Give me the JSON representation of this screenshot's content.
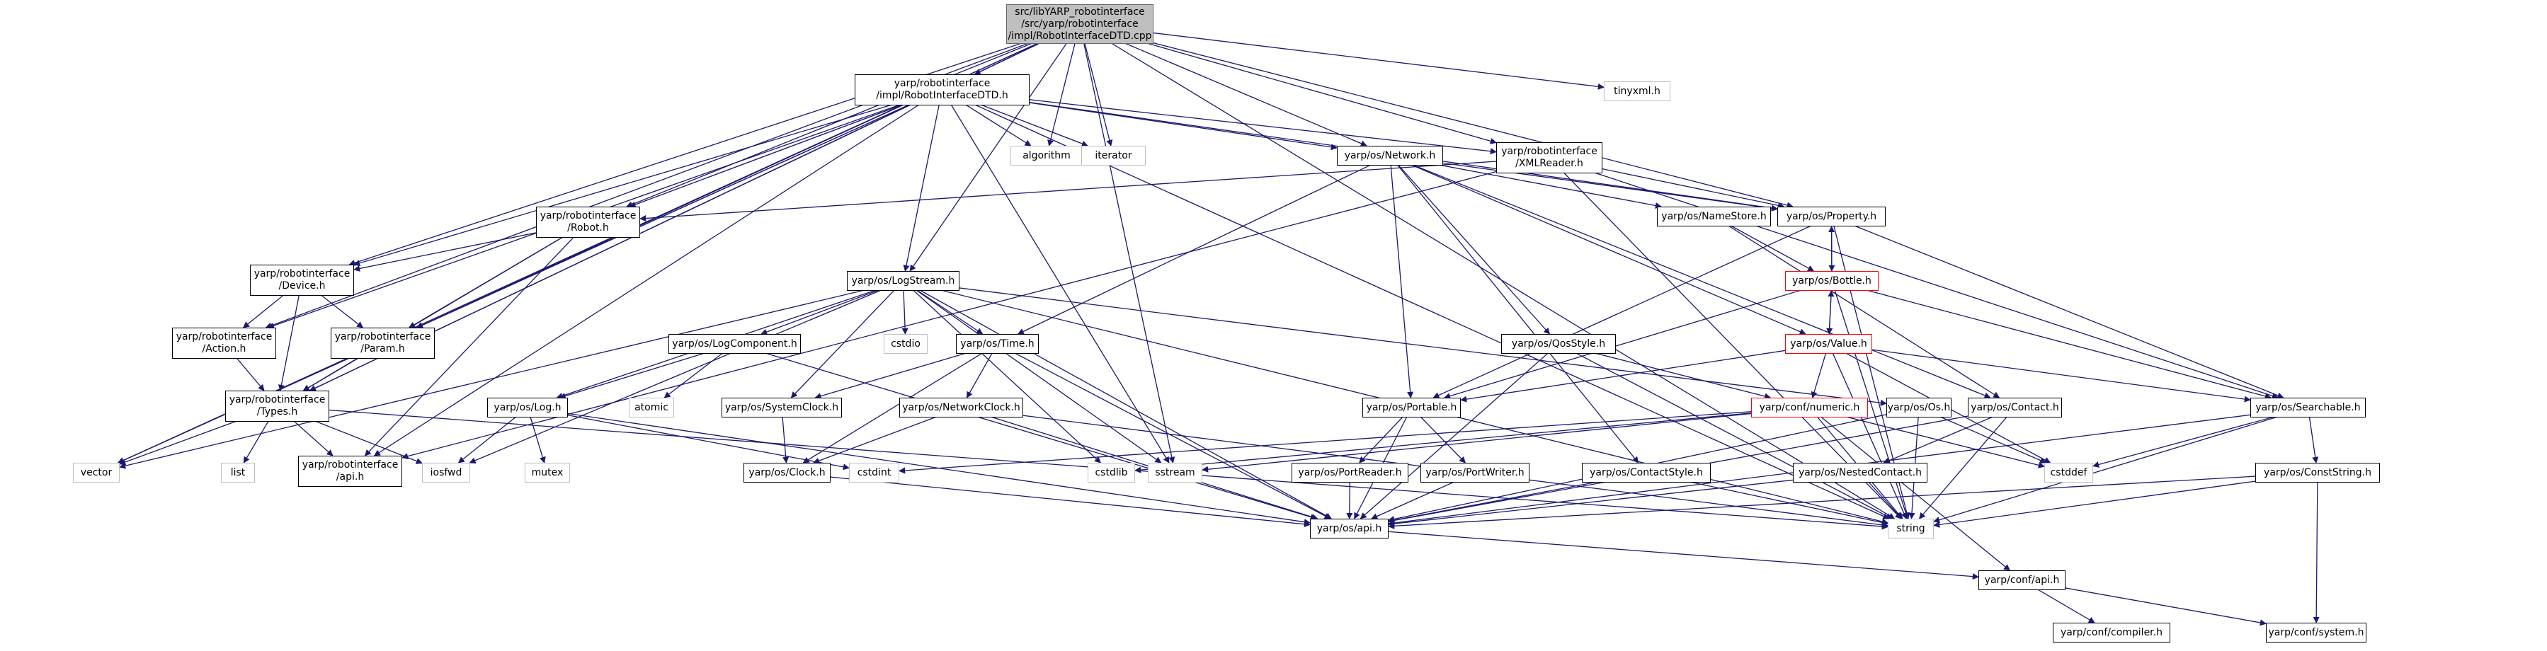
{
  "colors": {
    "edge": "#191970",
    "root_fill": "#bfbfbf",
    "highlight_border": "#ff0000",
    "system_border": "#bfbfbf"
  },
  "nodes": [
    {
      "id": "root",
      "lines": [
        "src/libYARP_robotinterface",
        "/src/yarp/robotinterface",
        "/impl/RobotInterfaceDTD.cpp"
      ],
      "style": "root"
    },
    {
      "id": "dtd_h",
      "lines": [
        "yarp/robotinterface",
        "/impl/RobotInterfaceDTD.h"
      ],
      "style": "normal"
    },
    {
      "id": "tinyxml",
      "lines": [
        "tinyxml.h"
      ],
      "style": "grey"
    },
    {
      "id": "algorithm",
      "lines": [
        "algorithm"
      ],
      "style": "grey"
    },
    {
      "id": "iterator",
      "lines": [
        "iterator"
      ],
      "style": "grey"
    },
    {
      "id": "network",
      "lines": [
        "yarp/os/Network.h"
      ],
      "style": "normal"
    },
    {
      "id": "xmlreader",
      "lines": [
        "yarp/robotinterface",
        "/XMLReader.h"
      ],
      "style": "normal"
    },
    {
      "id": "robot",
      "lines": [
        "yarp/robotinterface",
        "/Robot.h"
      ],
      "style": "normal"
    },
    {
      "id": "namestore",
      "lines": [
        "yarp/os/NameStore.h"
      ],
      "style": "normal"
    },
    {
      "id": "property",
      "lines": [
        "yarp/os/Property.h"
      ],
      "style": "normal"
    },
    {
      "id": "device",
      "lines": [
        "yarp/robotinterface",
        "/Device.h"
      ],
      "style": "normal"
    },
    {
      "id": "logstream",
      "lines": [
        "yarp/os/LogStream.h"
      ],
      "style": "normal"
    },
    {
      "id": "bottle",
      "lines": [
        "yarp/os/Bottle.h"
      ],
      "style": "red"
    },
    {
      "id": "action",
      "lines": [
        "yarp/robotinterface",
        "/Action.h"
      ],
      "style": "normal"
    },
    {
      "id": "param",
      "lines": [
        "yarp/robotinterface",
        "/Param.h"
      ],
      "style": "normal"
    },
    {
      "id": "logcomponent",
      "lines": [
        "yarp/os/LogComponent.h"
      ],
      "style": "normal"
    },
    {
      "id": "cstdio",
      "lines": [
        "cstdio"
      ],
      "style": "grey"
    },
    {
      "id": "time",
      "lines": [
        "yarp/os/Time.h"
      ],
      "style": "normal"
    },
    {
      "id": "qosstyle",
      "lines": [
        "yarp/os/QosStyle.h"
      ],
      "style": "normal"
    },
    {
      "id": "value",
      "lines": [
        "yarp/os/Value.h"
      ],
      "style": "red"
    },
    {
      "id": "types",
      "lines": [
        "yarp/robotinterface",
        "/Types.h"
      ],
      "style": "normal"
    },
    {
      "id": "log",
      "lines": [
        "yarp/os/Log.h"
      ],
      "style": "normal"
    },
    {
      "id": "atomic",
      "lines": [
        "atomic"
      ],
      "style": "grey"
    },
    {
      "id": "systemclock",
      "lines": [
        "yarp/os/SystemClock.h"
      ],
      "style": "normal"
    },
    {
      "id": "networkclock",
      "lines": [
        "yarp/os/NetworkClock.h"
      ],
      "style": "normal"
    },
    {
      "id": "portable",
      "lines": [
        "yarp/os/Portable.h"
      ],
      "style": "normal"
    },
    {
      "id": "numeric",
      "lines": [
        "yarp/conf/numeric.h"
      ],
      "style": "red"
    },
    {
      "id": "os",
      "lines": [
        "yarp/os/Os.h"
      ],
      "style": "normal"
    },
    {
      "id": "contact",
      "lines": [
        "yarp/os/Contact.h"
      ],
      "style": "normal"
    },
    {
      "id": "searchable",
      "lines": [
        "yarp/os/Searchable.h"
      ],
      "style": "normal"
    },
    {
      "id": "vector",
      "lines": [
        "vector"
      ],
      "style": "grey"
    },
    {
      "id": "list",
      "lines": [
        "list"
      ],
      "style": "grey"
    },
    {
      "id": "riapi",
      "lines": [
        "yarp/robotinterface",
        "/api.h"
      ],
      "style": "normal"
    },
    {
      "id": "iosfwd",
      "lines": [
        "iosfwd"
      ],
      "style": "grey"
    },
    {
      "id": "mutex",
      "lines": [
        "mutex"
      ],
      "style": "grey"
    },
    {
      "id": "cstdint",
      "lines": [
        "cstdint"
      ],
      "style": "grey"
    },
    {
      "id": "clock",
      "lines": [
        "yarp/os/Clock.h"
      ],
      "style": "normal"
    },
    {
      "id": "cstdlib",
      "lines": [
        "cstdlib"
      ],
      "style": "grey"
    },
    {
      "id": "sstream",
      "lines": [
        "sstream"
      ],
      "style": "grey"
    },
    {
      "id": "portreader",
      "lines": [
        "yarp/os/PortReader.h"
      ],
      "style": "normal"
    },
    {
      "id": "portwriter",
      "lines": [
        "yarp/os/PortWriter.h"
      ],
      "style": "normal"
    },
    {
      "id": "contactstyle",
      "lines": [
        "yarp/os/ContactStyle.h"
      ],
      "style": "normal"
    },
    {
      "id": "nestedcontact",
      "lines": [
        "yarp/os/NestedContact.h"
      ],
      "style": "normal"
    },
    {
      "id": "conststring",
      "lines": [
        "yarp/os/ConstString.h"
      ],
      "style": "normal"
    },
    {
      "id": "cstddef",
      "lines": [
        "cstddef"
      ],
      "style": "grey"
    },
    {
      "id": "osapi",
      "lines": [
        "yarp/os/api.h"
      ],
      "style": "normal"
    },
    {
      "id": "string",
      "lines": [
        "string"
      ],
      "style": "grey"
    },
    {
      "id": "confapi",
      "lines": [
        "yarp/conf/api.h"
      ],
      "style": "normal"
    },
    {
      "id": "compiler",
      "lines": [
        "yarp/conf/compiler.h"
      ],
      "style": "normal"
    },
    {
      "id": "system",
      "lines": [
        "yarp/conf/system.h"
      ],
      "style": "normal"
    }
  ],
  "edges": [
    [
      "root",
      "dtd_h"
    ],
    [
      "root",
      "tinyxml"
    ],
    [
      "root",
      "algorithm"
    ],
    [
      "root",
      "iterator"
    ],
    [
      "root",
      "network"
    ],
    [
      "root",
      "xmlreader"
    ],
    [
      "root",
      "robot"
    ],
    [
      "root",
      "property"
    ],
    [
      "root",
      "device"
    ],
    [
      "root",
      "logstream"
    ],
    [
      "root",
      "action"
    ],
    [
      "root",
      "param"
    ],
    [
      "root",
      "types"
    ],
    [
      "root",
      "vector"
    ],
    [
      "root",
      "sstream"
    ],
    [
      "root",
      "string"
    ],
    [
      "dtd_h",
      "algorithm"
    ],
    [
      "dtd_h",
      "iterator"
    ],
    [
      "dtd_h",
      "network"
    ],
    [
      "dtd_h",
      "xmlreader"
    ],
    [
      "dtd_h",
      "robot"
    ],
    [
      "dtd_h",
      "property"
    ],
    [
      "dtd_h",
      "device"
    ],
    [
      "dtd_h",
      "logstream"
    ],
    [
      "dtd_h",
      "action"
    ],
    [
      "dtd_h",
      "param"
    ],
    [
      "dtd_h",
      "types"
    ],
    [
      "dtd_h",
      "vector"
    ],
    [
      "dtd_h",
      "sstream"
    ],
    [
      "dtd_h",
      "string"
    ],
    [
      "dtd_h",
      "riapi"
    ],
    [
      "network",
      "namestore"
    ],
    [
      "network",
      "property"
    ],
    [
      "network",
      "qosstyle"
    ],
    [
      "network",
      "value"
    ],
    [
      "network",
      "portable"
    ],
    [
      "network",
      "contact"
    ],
    [
      "network",
      "contactstyle"
    ],
    [
      "network",
      "time"
    ],
    [
      "xmlreader",
      "robot"
    ],
    [
      "xmlreader",
      "property"
    ],
    [
      "xmlreader",
      "riapi"
    ],
    [
      "xmlreader",
      "searchable"
    ],
    [
      "xmlreader",
      "string"
    ],
    [
      "robot",
      "device"
    ],
    [
      "robot",
      "param"
    ],
    [
      "robot",
      "types"
    ],
    [
      "robot",
      "riapi"
    ],
    [
      "namestore",
      "bottle"
    ],
    [
      "namestore",
      "contact"
    ],
    [
      "property",
      "bottle"
    ],
    [
      "property",
      "searchable"
    ],
    [
      "property",
      "portable"
    ],
    [
      "property",
      "string"
    ],
    [
      "bottle",
      "property"
    ],
    [
      "bottle",
      "value"
    ],
    [
      "bottle",
      "portable"
    ],
    [
      "bottle",
      "searchable"
    ],
    [
      "bottle",
      "string"
    ],
    [
      "value",
      "bottle"
    ],
    [
      "value",
      "portable"
    ],
    [
      "value",
      "searchable"
    ],
    [
      "value",
      "numeric"
    ],
    [
      "value",
      "string"
    ],
    [
      "value",
      "cstddef"
    ],
    [
      "device",
      "action"
    ],
    [
      "device",
      "param"
    ],
    [
      "device",
      "types"
    ],
    [
      "action",
      "types"
    ],
    [
      "param",
      "types"
    ],
    [
      "types",
      "vector"
    ],
    [
      "types",
      "list"
    ],
    [
      "types",
      "riapi"
    ],
    [
      "types",
      "iosfwd"
    ],
    [
      "types",
      "string"
    ],
    [
      "logstream",
      "logcomponent"
    ],
    [
      "logstream",
      "cstdio"
    ],
    [
      "logstream",
      "time"
    ],
    [
      "logstream",
      "log"
    ],
    [
      "logstream",
      "systemclock"
    ],
    [
      "logstream",
      "os"
    ],
    [
      "logstream",
      "vector"
    ],
    [
      "logstream",
      "iosfwd"
    ],
    [
      "logstream",
      "cstdlib"
    ],
    [
      "logstream",
      "sstream"
    ],
    [
      "logstream",
      "string"
    ],
    [
      "logstream",
      "osapi"
    ],
    [
      "logcomponent",
      "log"
    ],
    [
      "logcomponent",
      "atomic"
    ],
    [
      "logcomponent",
      "osapi"
    ],
    [
      "log",
      "iosfwd"
    ],
    [
      "log",
      "mutex"
    ],
    [
      "log",
      "cstdint"
    ],
    [
      "log",
      "osapi"
    ],
    [
      "time",
      "systemclock"
    ],
    [
      "time",
      "networkclock"
    ],
    [
      "time",
      "clock"
    ],
    [
      "time",
      "osapi"
    ],
    [
      "systemclock",
      "clock"
    ],
    [
      "networkclock",
      "clock"
    ],
    [
      "networkclock",
      "string"
    ],
    [
      "networkclock",
      "osapi"
    ],
    [
      "clock",
      "osapi"
    ],
    [
      "qosstyle",
      "numeric"
    ],
    [
      "qosstyle",
      "osapi"
    ],
    [
      "qosstyle",
      "string"
    ],
    [
      "portable",
      "portreader"
    ],
    [
      "portable",
      "portwriter"
    ],
    [
      "portable",
      "osapi"
    ],
    [
      "portreader",
      "osapi"
    ],
    [
      "portwriter",
      "osapi"
    ],
    [
      "numeric",
      "cstdint"
    ],
    [
      "numeric",
      "cstdlib"
    ],
    [
      "numeric",
      "sstream"
    ],
    [
      "numeric",
      "string"
    ],
    [
      "numeric",
      "cstddef"
    ],
    [
      "numeric",
      "confapi"
    ],
    [
      "os",
      "cstddef"
    ],
    [
      "os",
      "string"
    ],
    [
      "os",
      "osapi"
    ],
    [
      "contact",
      "nestedcontact"
    ],
    [
      "contact",
      "string"
    ],
    [
      "contact",
      "osapi"
    ],
    [
      "contactstyle",
      "osapi"
    ],
    [
      "contactstyle",
      "string"
    ],
    [
      "nestedcontact",
      "osapi"
    ],
    [
      "nestedcontact",
      "string"
    ],
    [
      "searchable",
      "conststring"
    ],
    [
      "searchable",
      "string"
    ],
    [
      "searchable",
      "osapi"
    ],
    [
      "searchable",
      "cstddef"
    ],
    [
      "conststring",
      "osapi"
    ],
    [
      "conststring",
      "string"
    ],
    [
      "conststring",
      "system"
    ],
    [
      "osapi",
      "confapi"
    ],
    [
      "confapi",
      "compiler"
    ],
    [
      "confapi",
      "system"
    ]
  ]
}
